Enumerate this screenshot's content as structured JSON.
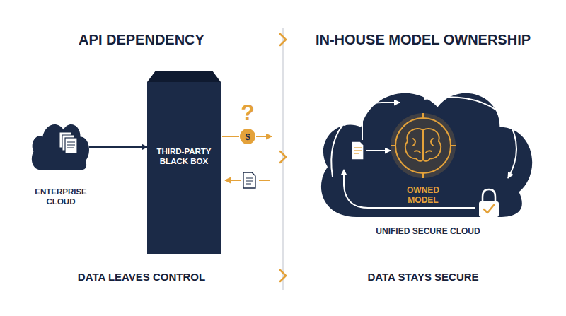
{
  "diagram": {
    "nodes": [
      {
        "text": [
          "ENTERPRISE CLOUD"
        ]
      },
      {
        "text": [
          "THIRD-PARTY BLACK BOX"
        ]
      },
      {
        "text": [
          "UNIFIED SECURE CLOUD"
        ]
      },
      {
        "text": [
          "OWNED MODEL"
        ],
        "in": 2
      }
    ],
    "edges": [
      {
        "from": 0,
        "to": 1,
        "arrow": "to"
      }
    ],
    "labels": [
      "API DEPENDENCY",
      "IN-HOUSE MODEL OWNERSHIP",
      "?",
      "$",
      "DATA LEAVES CONTROL",
      "DATA STAYS SECURE"
    ]
  }
}
